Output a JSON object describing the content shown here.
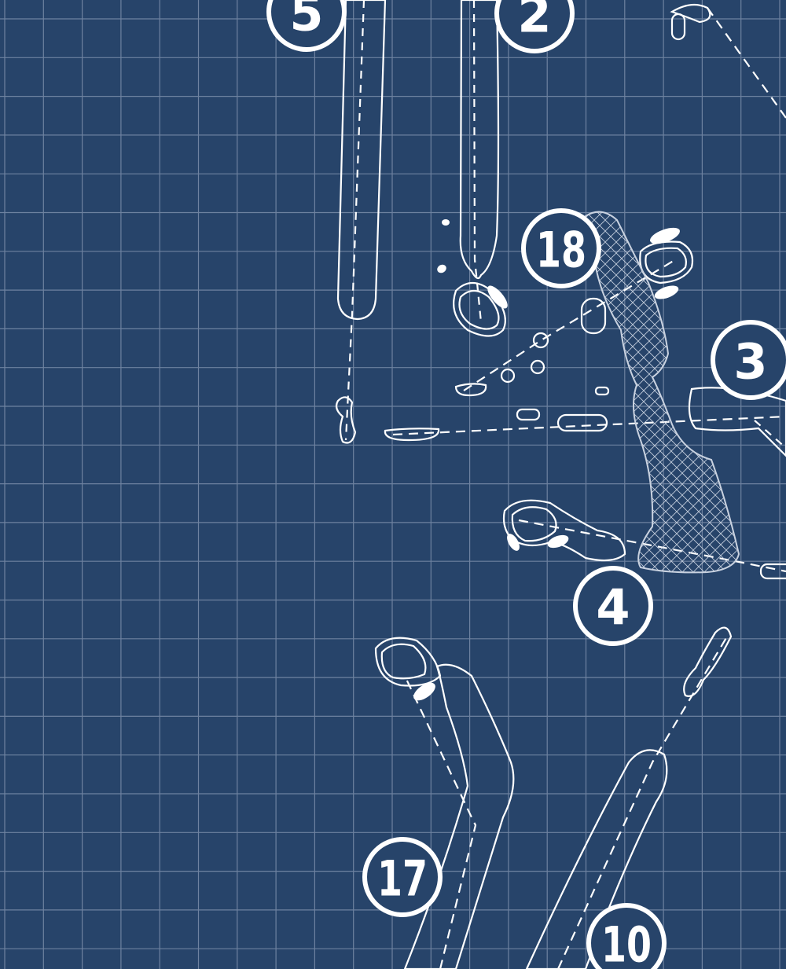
{
  "map": {
    "colors": {
      "background": "#27446a",
      "grid": "#6e82a0",
      "line": "#ffffff",
      "hazard": "#c9d2e0"
    },
    "holes": [
      {
        "label": "5"
      },
      {
        "label": "2"
      },
      {
        "label": "18"
      },
      {
        "label": "3"
      },
      {
        "label": "4"
      },
      {
        "label": "17"
      },
      {
        "label": "10"
      }
    ]
  }
}
